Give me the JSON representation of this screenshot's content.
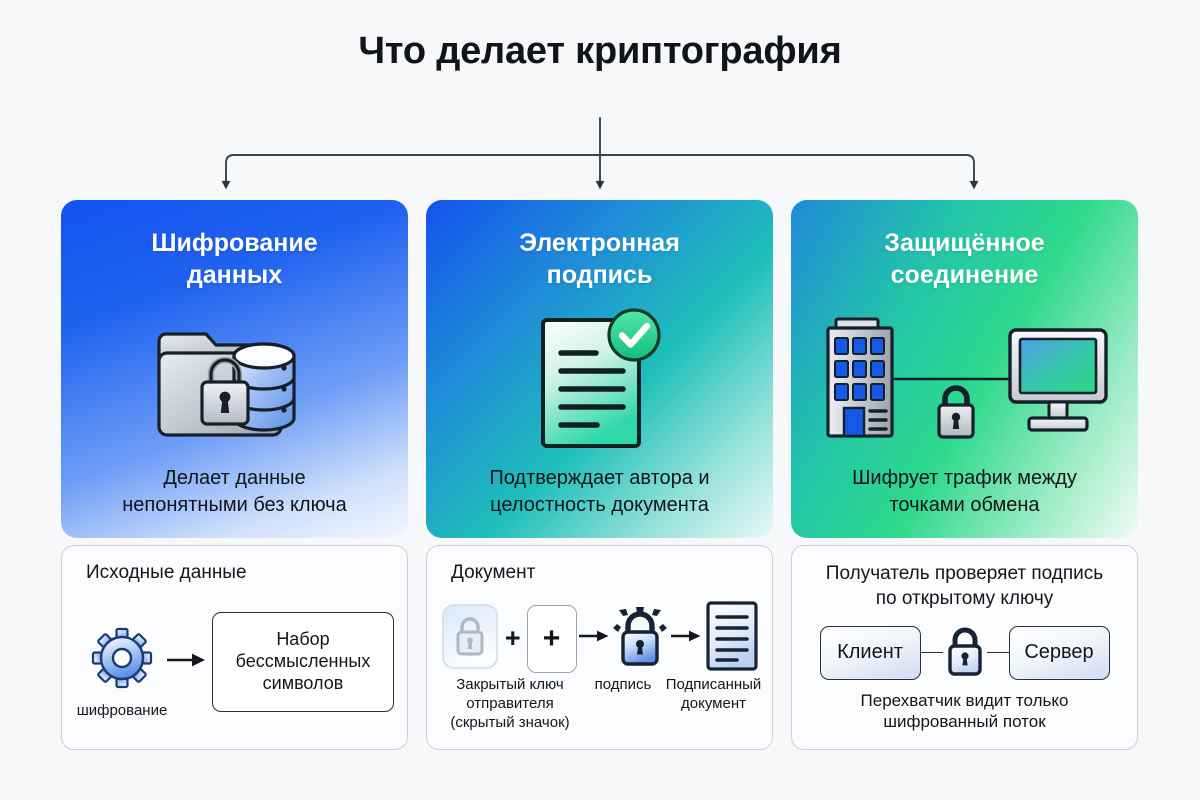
{
  "page": {
    "title": "Что делает криптография",
    "background": "#f7f8f9",
    "title_color": "#111418"
  },
  "connector": {
    "name": "branching-arrow-connector",
    "stroke": "#3a4450",
    "branches": 3
  },
  "cards": [
    {
      "id": "encryption",
      "title": "Шифрование\nданных",
      "title_line1": "Шифрование",
      "title_line2": "данных",
      "caption_line1": "Делает данные",
      "caption_line2": "непонятными без ключа",
      "icon": "folder-lock-database-icon",
      "gradient_from": "#1452ef",
      "gradient_to": "#f2f6fd"
    },
    {
      "id": "digital-signature",
      "title": "Электронная\nподпись",
      "title_line1": "Электронная",
      "title_line2": "подпись",
      "caption_line1": "Подтверждает автора и",
      "caption_line2": "целостность документа",
      "icon": "document-check-icon",
      "gradient_from": "#1452ef",
      "gradient_to": "#eaf8f6"
    },
    {
      "id": "secure-connection",
      "title": "Защищённое\nсоединение",
      "title_line1": "Защищённое",
      "title_line2": "соединение",
      "caption_line1": "Шифрует трафик между",
      "caption_line2": "точками обмена",
      "icon": "building-lock-monitor-icon",
      "gradient_from": "#1f8ad9",
      "gradient_to": "#f0fbf5"
    }
  ],
  "panels": [
    {
      "id": "encryption-flow",
      "heading": "Исходные данные",
      "gear_label": "шифрование",
      "output_line1": "Набор",
      "output_line2": "бессмысленных",
      "output_line3": "символов",
      "gear_icon": "gear-icon",
      "arrow_icon": "arrow-right-icon"
    },
    {
      "id": "signature-flow",
      "heading": "Документ",
      "key_label_line1": "Закрытый ключ",
      "key_label_line2": "отправителя",
      "key_label_line3": "(скрытый значок)",
      "sign_label": "подпись",
      "signed_label_line1": "Подписанный",
      "signed_label_line2": "документ",
      "plus_symbol": "+",
      "key_icon": "padlock-tile-icon",
      "plus_box_icon": "plus-box-icon",
      "signature_icon": "lock-gear-icon",
      "document_icon": "document-icon"
    },
    {
      "id": "secure-channel-flow",
      "heading_line1": "Получатель проверяет подпись",
      "heading_line2": "по открытому ключу",
      "node_left": "Клиент",
      "node_right": "Сервер",
      "lock_icon": "padlock-icon",
      "footer_line1": "Перехватчик видит только",
      "footer_line2": "шифрованный поток"
    }
  ],
  "colors": {
    "blue": "#1452ef",
    "teal": "#1fbfba",
    "green": "#2fd98c",
    "ink": "#13161a",
    "panel_border": "#c8d0d9",
    "outline": "#1b2330"
  }
}
